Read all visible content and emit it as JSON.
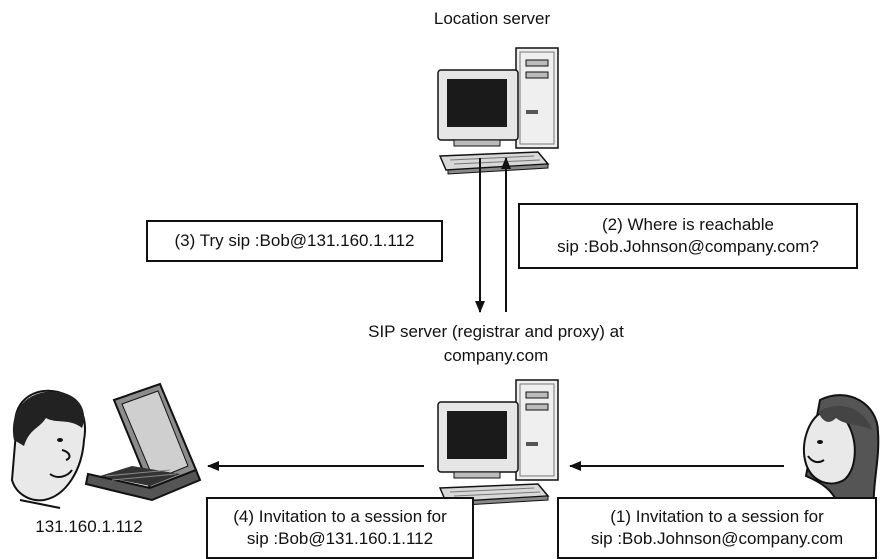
{
  "nodes": {
    "location_server": {
      "label": "Location server",
      "icon": "desktop-computer-icon"
    },
    "sip_server": {
      "label_line1": "SIP server (registrar and proxy) at",
      "label_line2": "company.com",
      "icon": "desktop-computer-icon"
    },
    "bob": {
      "label": "131.160.1.112",
      "icon": "man-face-icon",
      "device_icon": "laptop-icon"
    },
    "alice": {
      "icon": "woman-face-icon"
    }
  },
  "messages": {
    "step1": {
      "line1": "(1) Invitation to a session for",
      "line2": "sip :Bob.Johnson@company.com"
    },
    "step2": {
      "line1": "(2) Where is reachable",
      "line2": "sip :Bob.Johnson@company.com?"
    },
    "step3": {
      "line1": "(3) Try sip :Bob@131.160.1.112"
    },
    "step4": {
      "line1": "(4) Invitation to a session for",
      "line2": "sip :Bob@131.160.1.112"
    }
  },
  "colors": {
    "stroke": "#111111",
    "monitor_body": "#e6e6e6",
    "screen": "#1a1a1a",
    "shade": "#9a9a9a"
  }
}
